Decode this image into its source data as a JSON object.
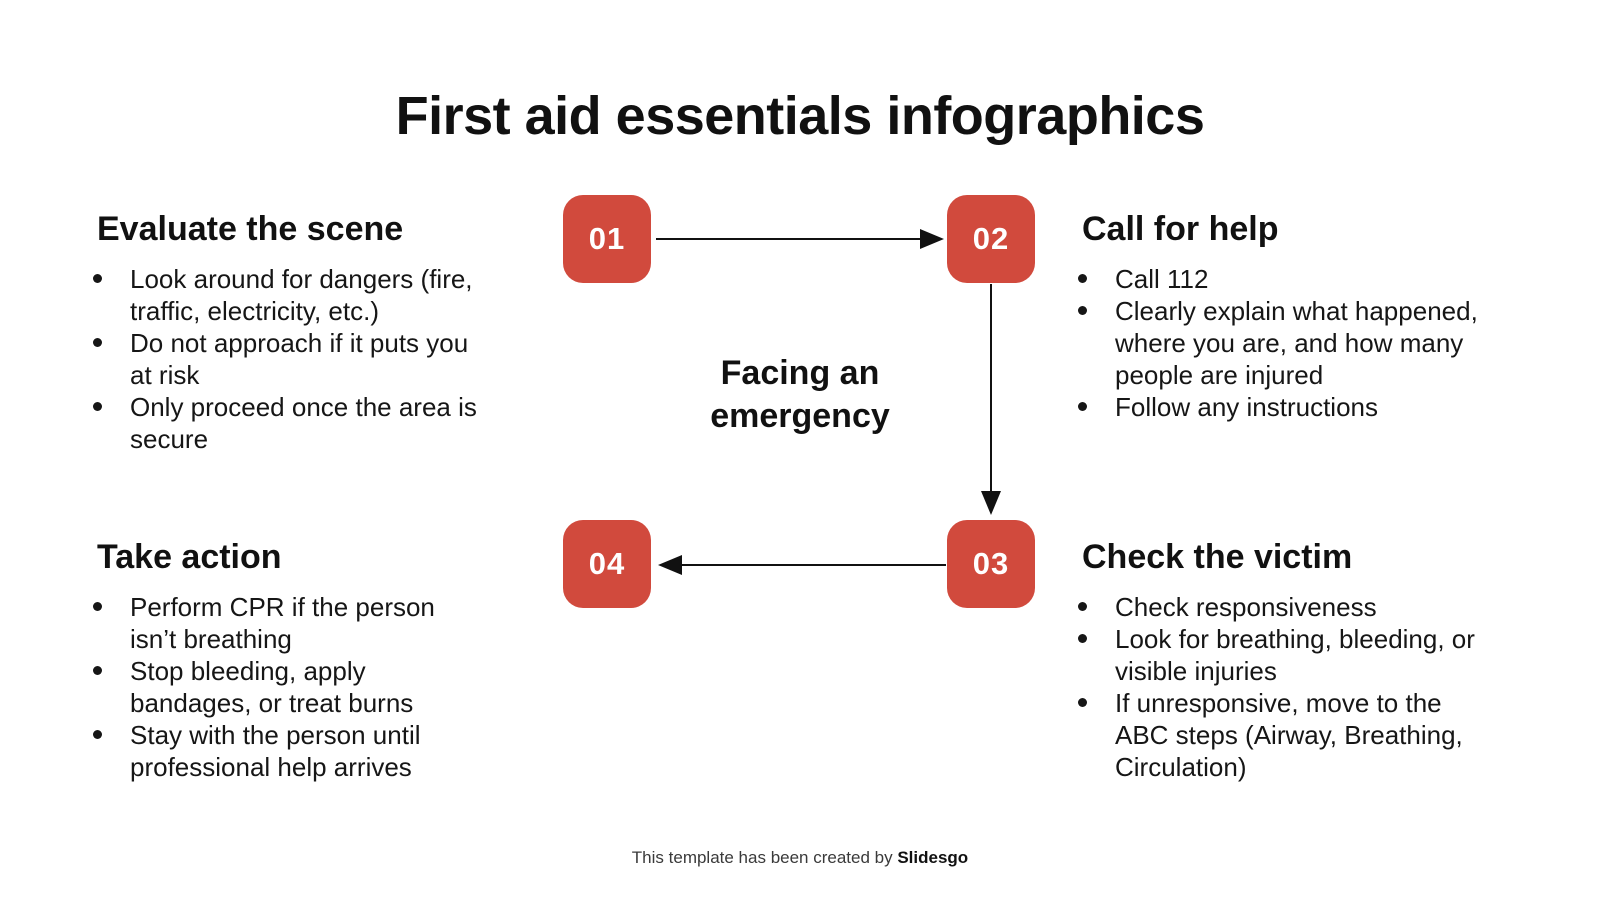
{
  "slide": {
    "title": "First aid essentials infographics",
    "center_label": "Facing an emergency",
    "accent_color": "#d14a3d",
    "text_color": "#111111",
    "background_color": "#ffffff",
    "footer_prefix": "This template has been created by ",
    "footer_brand": "Slidesgo",
    "steps": [
      {
        "number": "01",
        "heading": "Evaluate the scene",
        "bullets": [
          "Look around for dangers (fire, traffic, electricity, etc.)",
          "Do not approach if it puts you at risk",
          "Only proceed once the area is secure"
        ]
      },
      {
        "number": "02",
        "heading": "Call for help",
        "bullets": [
          "Call 112",
          "Clearly explain what happened, where you are, and how many people are injured",
          "Follow any instructions"
        ]
      },
      {
        "number": "03",
        "heading": "Check the victim",
        "bullets": [
          "Check responsiveness",
          "Look for breathing, bleeding, or visible injuries",
          "If unresponsive, move to the ABC steps (Airway, Breathing, Circulation)"
        ]
      },
      {
        "number": "04",
        "heading": "Take action",
        "bullets": [
          "Perform CPR if the person isn’t breathing",
          "Stop bleeding, apply bandages, or treat burns",
          "Stay with the person until professional help arrives"
        ]
      }
    ]
  }
}
